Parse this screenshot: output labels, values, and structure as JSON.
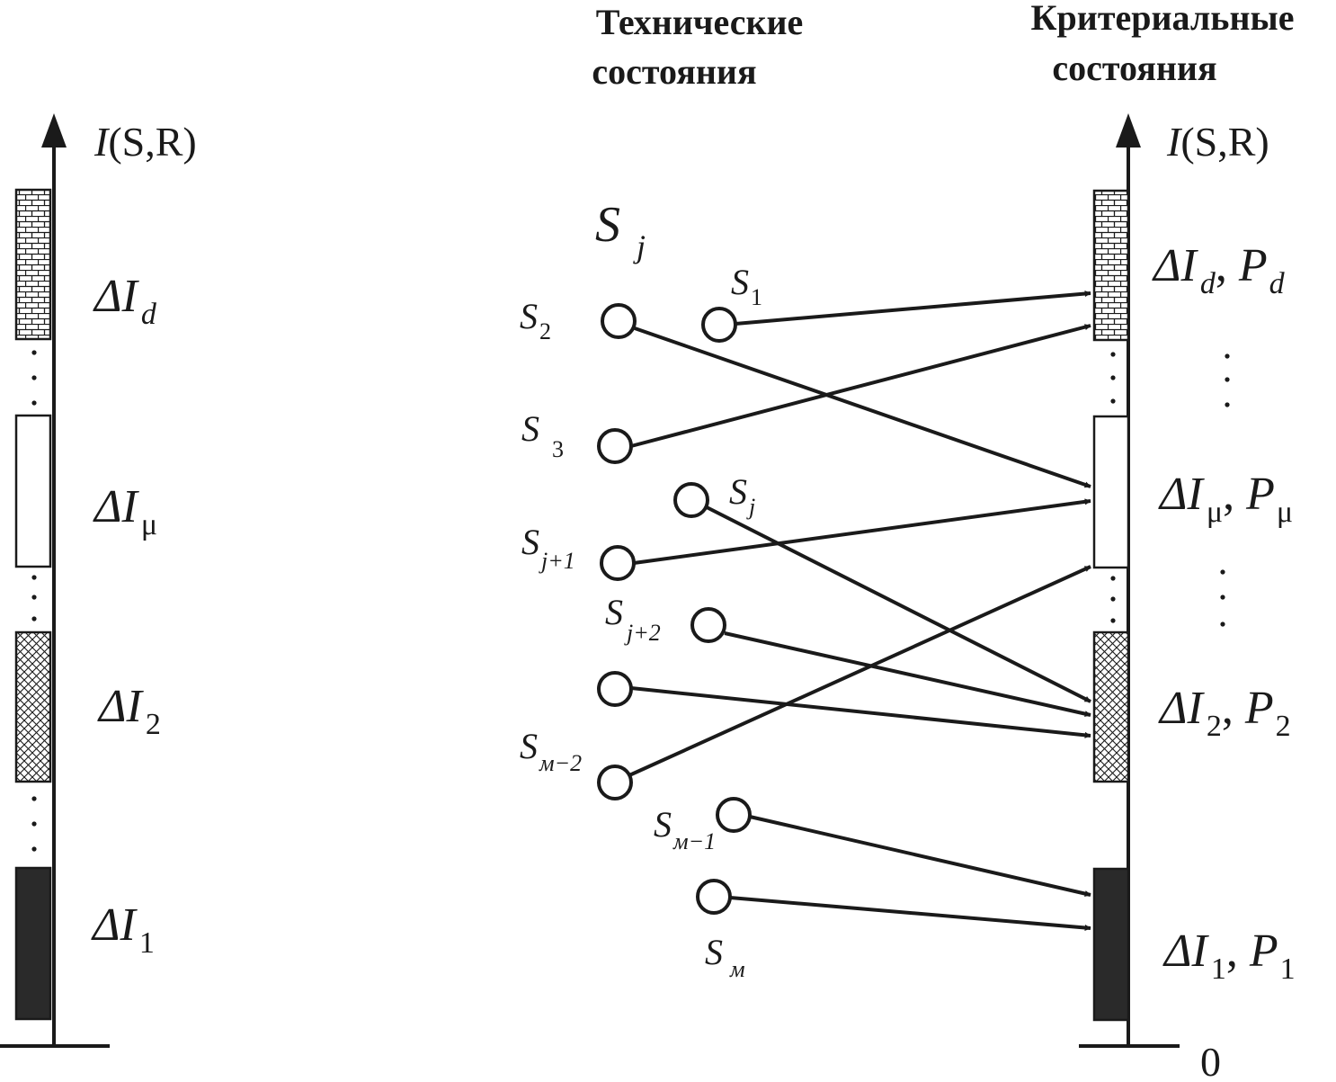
{
  "headings": {
    "technical": [
      "Технические",
      "состояния"
    ],
    "criterial": [
      "Критериальные",
      "состояния"
    ]
  },
  "axis_label": {
    "fn": "I",
    "args": "(S,R)"
  },
  "axis_zero": "0",
  "sj_big": {
    "base": "S",
    "sub": "j"
  },
  "left_intervals": [
    {
      "label": "ΔI",
      "sub": "d",
      "fill": "brick"
    },
    {
      "label": "ΔI",
      "sub": "μ",
      "fill": "white"
    },
    {
      "label": "ΔI",
      "sub": "2",
      "fill": "crosshatch"
    },
    {
      "label": "ΔI",
      "sub": "1",
      "fill": "solid"
    }
  ],
  "right_intervals": [
    {
      "label": "ΔI",
      "sub": "d",
      "p": "P",
      "psub": "d",
      "fill": "brick"
    },
    {
      "label": "ΔI",
      "sub": "μ",
      "p": "P",
      "psub": "μ",
      "fill": "white"
    },
    {
      "label": "ΔI",
      "sub": "2",
      "p": "P",
      "psub": "2",
      "fill": "crosshatch"
    },
    {
      "label": "ΔI",
      "sub": "1",
      "p": "P",
      "psub": "1",
      "fill": "solid"
    }
  ],
  "states": [
    {
      "base": "S",
      "sub": "1",
      "target": "d"
    },
    {
      "base": "S",
      "sub": "2",
      "target": "μ"
    },
    {
      "base": "S",
      "sub": "3",
      "target": "d"
    },
    {
      "base": "S",
      "sub": "j",
      "target": "2"
    },
    {
      "base": "S",
      "sub": "j+1",
      "target": "μ"
    },
    {
      "base": "S",
      "sub": "j+2",
      "target": "2"
    },
    {
      "base": "",
      "sub": "",
      "target": "2"
    },
    {
      "base": "S",
      "sub": "м−2",
      "target": "μ"
    },
    {
      "base": "S",
      "sub": "м−1",
      "target": "1"
    },
    {
      "base": "S",
      "sub": "м",
      "target": "1"
    }
  ],
  "colors": {
    "ink": "#1a1a1a",
    "background": "#ffffff"
  }
}
